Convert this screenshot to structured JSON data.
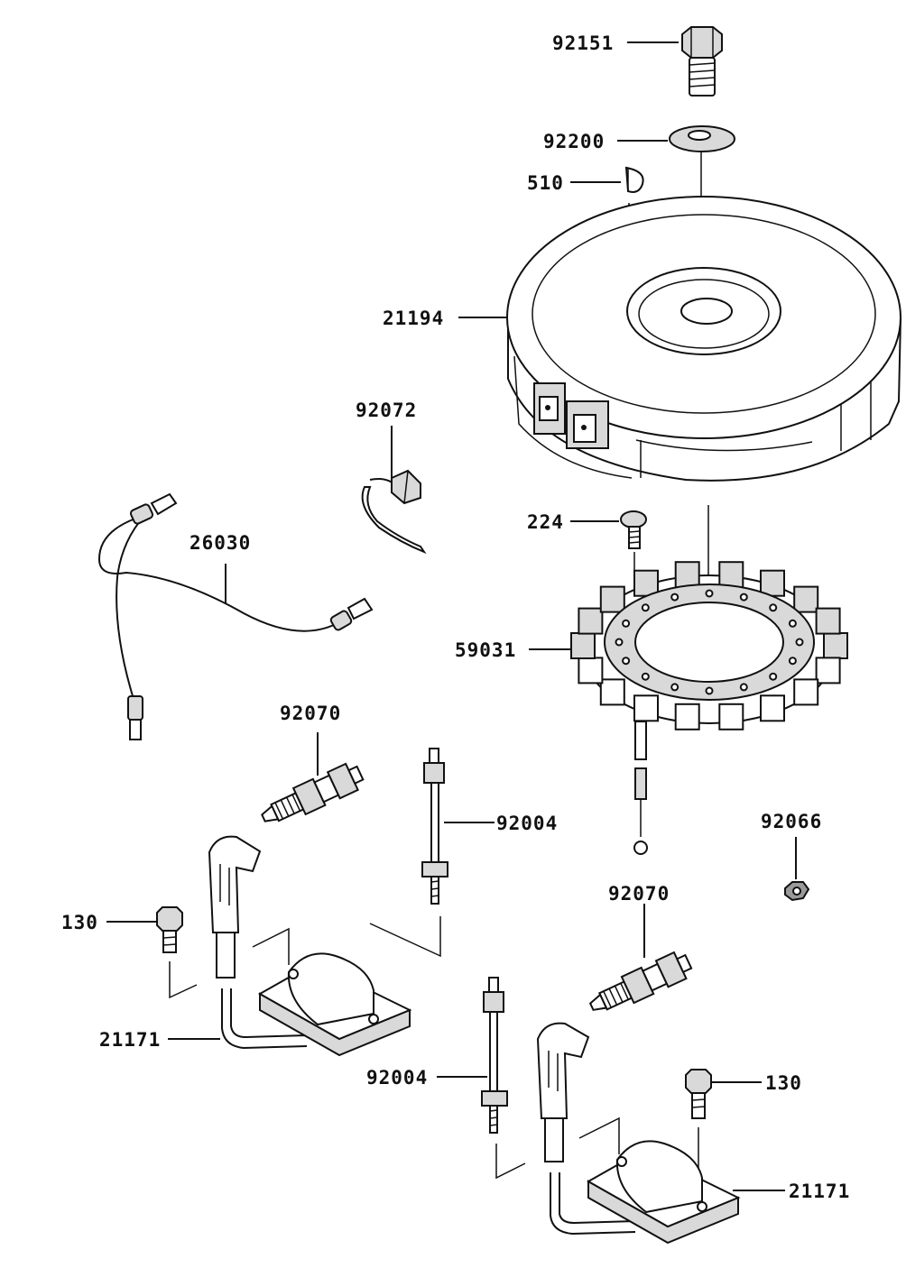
{
  "labels": {
    "l_92151": "92151",
    "l_92200": "92200",
    "l_510": "510",
    "l_21194": "21194",
    "l_92072": "92072",
    "l_26030": "26030",
    "l_224": "224",
    "l_59031": "59031",
    "l_92070_a": "92070",
    "l_92004_a": "92004",
    "l_92066": "92066",
    "l_92070_b": "92070",
    "l_130_a": "130",
    "l_21171_a": "21171",
    "l_92004_b": "92004",
    "l_130_b": "130",
    "l_21171_b": "21171"
  }
}
